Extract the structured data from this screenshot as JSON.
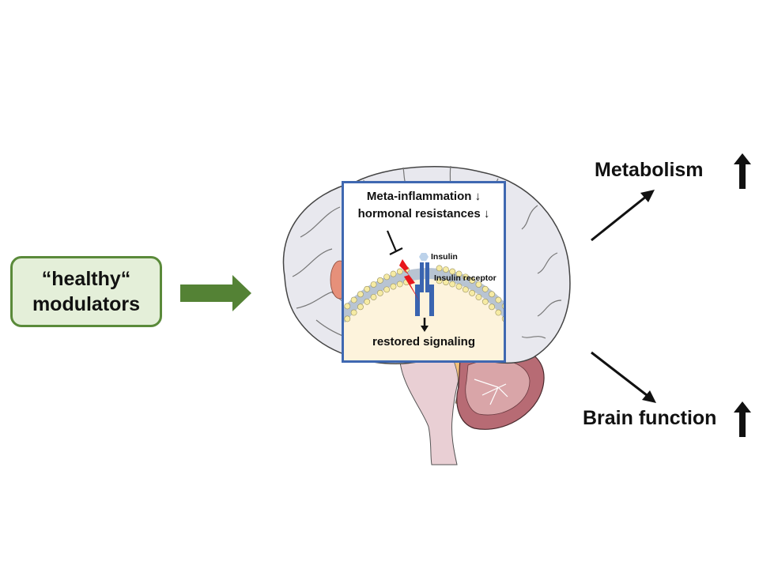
{
  "modulator": {
    "line1": "“healthy“",
    "line2": "modulators",
    "box_color": "#e4efd9",
    "border_color": "#5a8a3a"
  },
  "input_arrow": {
    "icon": "right-arrow-icon",
    "color": "#548235"
  },
  "brain": {
    "icon": "brain-sagittal-icon",
    "cortex_color": "#e8e8ee",
    "cerebellum_color": "#b76b74",
    "brainstem_color": "#e9cfd4"
  },
  "inset": {
    "border_color": "#3f68b1",
    "line1": "Meta-inflammation ↓",
    "line2": "hormonal resistances ↓",
    "insulin_label": "Insulin",
    "receptor_label": "Insulin  receptor",
    "signal_label": "restored signaling",
    "inhibit_icon": "inhibition-tbar-icon",
    "lightning_icon": "lightning-bolt-icon",
    "down_arrow_icon": "down-arrow-icon",
    "receptor_color": "#3a64b0",
    "insulin_color": "#bcd2ea",
    "lipid_head_color": "#f6eba4",
    "cytoplasm_color": "#fdf3dc",
    "lightning_color": "#e8161b"
  },
  "outcomes": [
    {
      "label": "Metabolism",
      "trend_icon": "up-arrow-icon"
    },
    {
      "label": "Brain function",
      "trend_icon": "up-arrow-icon"
    }
  ]
}
